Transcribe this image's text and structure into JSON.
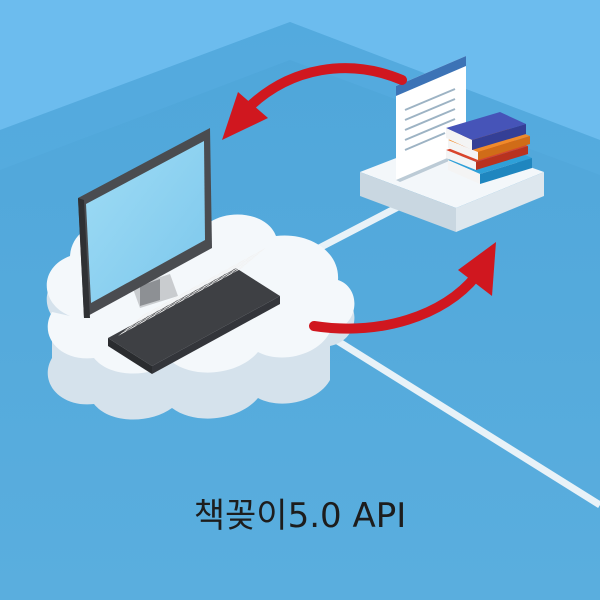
{
  "caption": "책꽂이5.0 API",
  "colors": {
    "sky_wall": "#66b9ec",
    "floor": "#4fa3d6",
    "cloud": "#f2f6f9",
    "arrow": "#d0171f",
    "monitor_screen": "#8fd3f2",
    "monitor_frame": "#4a4c50",
    "keyboard_body": "#3e4044",
    "keyboard_keys": "#f2f2f2"
  },
  "icons": {
    "cloud": "cloud-platform",
    "computer": "desktop-monitor",
    "keyboard": "keyboard",
    "document": "document-window",
    "books": "book-stack",
    "arrow_out": "curved-arrow-to-computer",
    "arrow_in": "curved-arrow-to-server"
  }
}
